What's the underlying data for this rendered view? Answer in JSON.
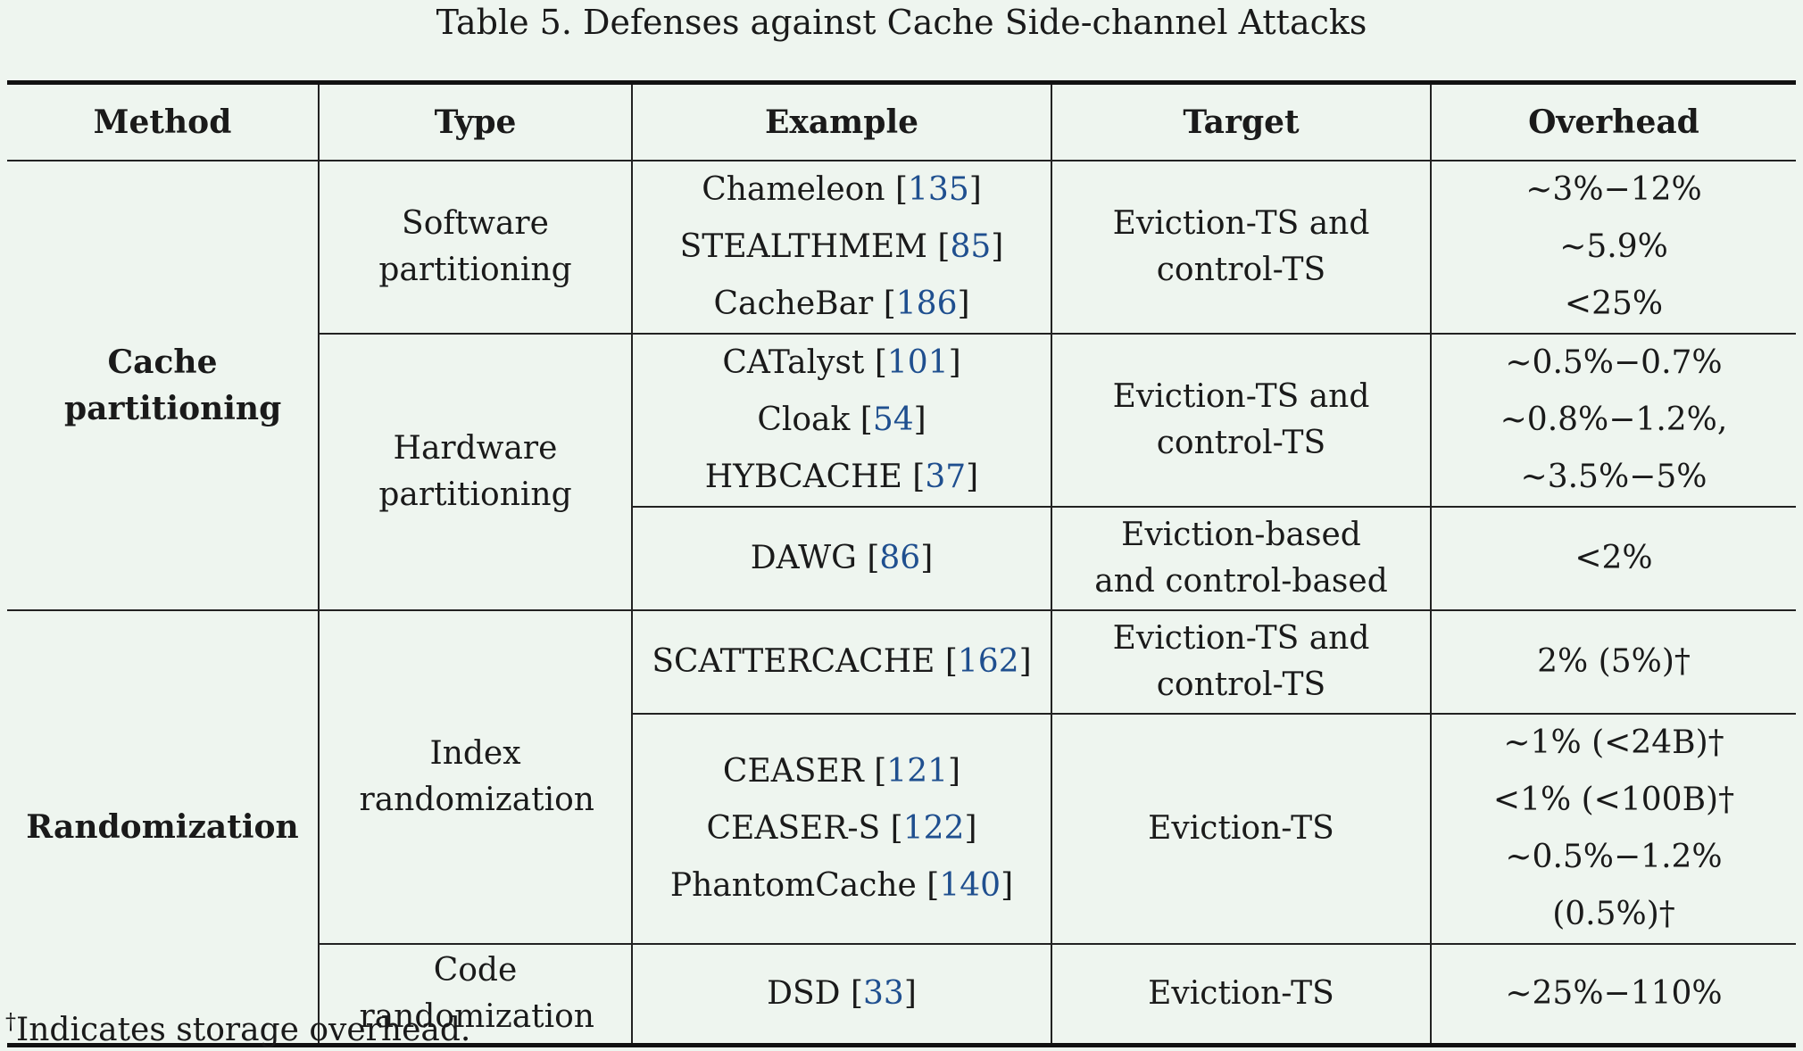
{
  "caption": "Table 5.  Defenses against Cache Side-channel Attacks",
  "headers": [
    "Method",
    "Type",
    "Example",
    "Target",
    "Overhead"
  ],
  "rows": {
    "cache_partitioning": "Cache partitioning",
    "software_partitioning": "Software partitioning",
    "sw_examples": [
      {
        "name": "Chameleon",
        "ref": "135"
      },
      {
        "name": "STEALTHMEM",
        "ref": "85"
      },
      {
        "name": "CacheBar",
        "ref": "186"
      }
    ],
    "sw_target": "Eviction-TS and control-TS",
    "sw_overheads": [
      "~3%−12%",
      "~5.9%",
      "<25%"
    ],
    "hardware_partitioning": "Hardware partitioning",
    "hw_examples": [
      {
        "name": "CATalyst",
        "ref": "101"
      },
      {
        "name": "Cloak",
        "ref": "54"
      },
      {
        "name": "HYBCACHE",
        "ref": "37"
      }
    ],
    "hw_target": "Eviction-TS and control-TS",
    "hw_overheads": [
      "~0.5%−0.7%",
      "~0.8%−1.2%,",
      "~3.5%−5%"
    ],
    "dawg": {
      "name": "DAWG",
      "ref": "86"
    },
    "dawg_target": "Eviction-based and control-based",
    "dawg_overhead": "<2%",
    "randomization": "Randomization",
    "index_randomization": "Index randomization",
    "scattercache": {
      "name": "SCATTERCACHE",
      "ref": "162"
    },
    "scatter_target": "Eviction-TS and control-TS",
    "scatter_overhead": "2% (5%)†",
    "idx_examples": [
      {
        "name": "CEASER",
        "ref": "121"
      },
      {
        "name": "CEASER-S",
        "ref": "122"
      },
      {
        "name": "PhantomCache",
        "ref": "140"
      }
    ],
    "idx_target": "Eviction-TS",
    "idx_overheads": [
      "~1% (<24B)†",
      "<1% (<100B)†",
      "~0.5%−1.2% (0.5%)†"
    ],
    "code_randomization": "Code randomization",
    "dsd": {
      "name": "DSD",
      "ref": "33"
    },
    "dsd_target": "Eviction-TS",
    "dsd_overhead": "~25%−110%"
  },
  "footnote": {
    "mark": "†",
    "text": "Indicates storage overhead."
  }
}
